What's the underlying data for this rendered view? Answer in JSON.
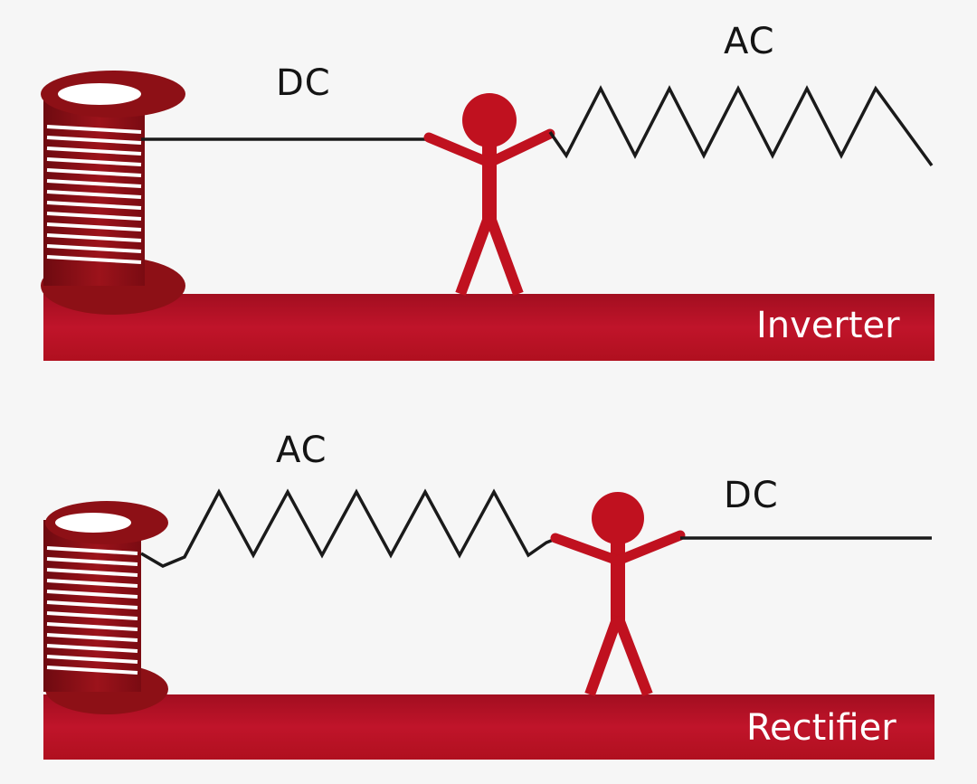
{
  "panels": [
    {
      "name": "Inverter",
      "label": "Inverter",
      "left_signal": "DC",
      "right_signal": "AC"
    },
    {
      "name": "Rectifier",
      "label": "Rectifier",
      "left_signal": "AC",
      "right_signal": "DC"
    }
  ],
  "colors": {
    "background": "#f6f6f6",
    "band": "#b51125",
    "figure": "#c0111f",
    "spool_dark": "#7d0c12",
    "spool_mid": "#a0141c",
    "wire": "#1a1a1a"
  }
}
